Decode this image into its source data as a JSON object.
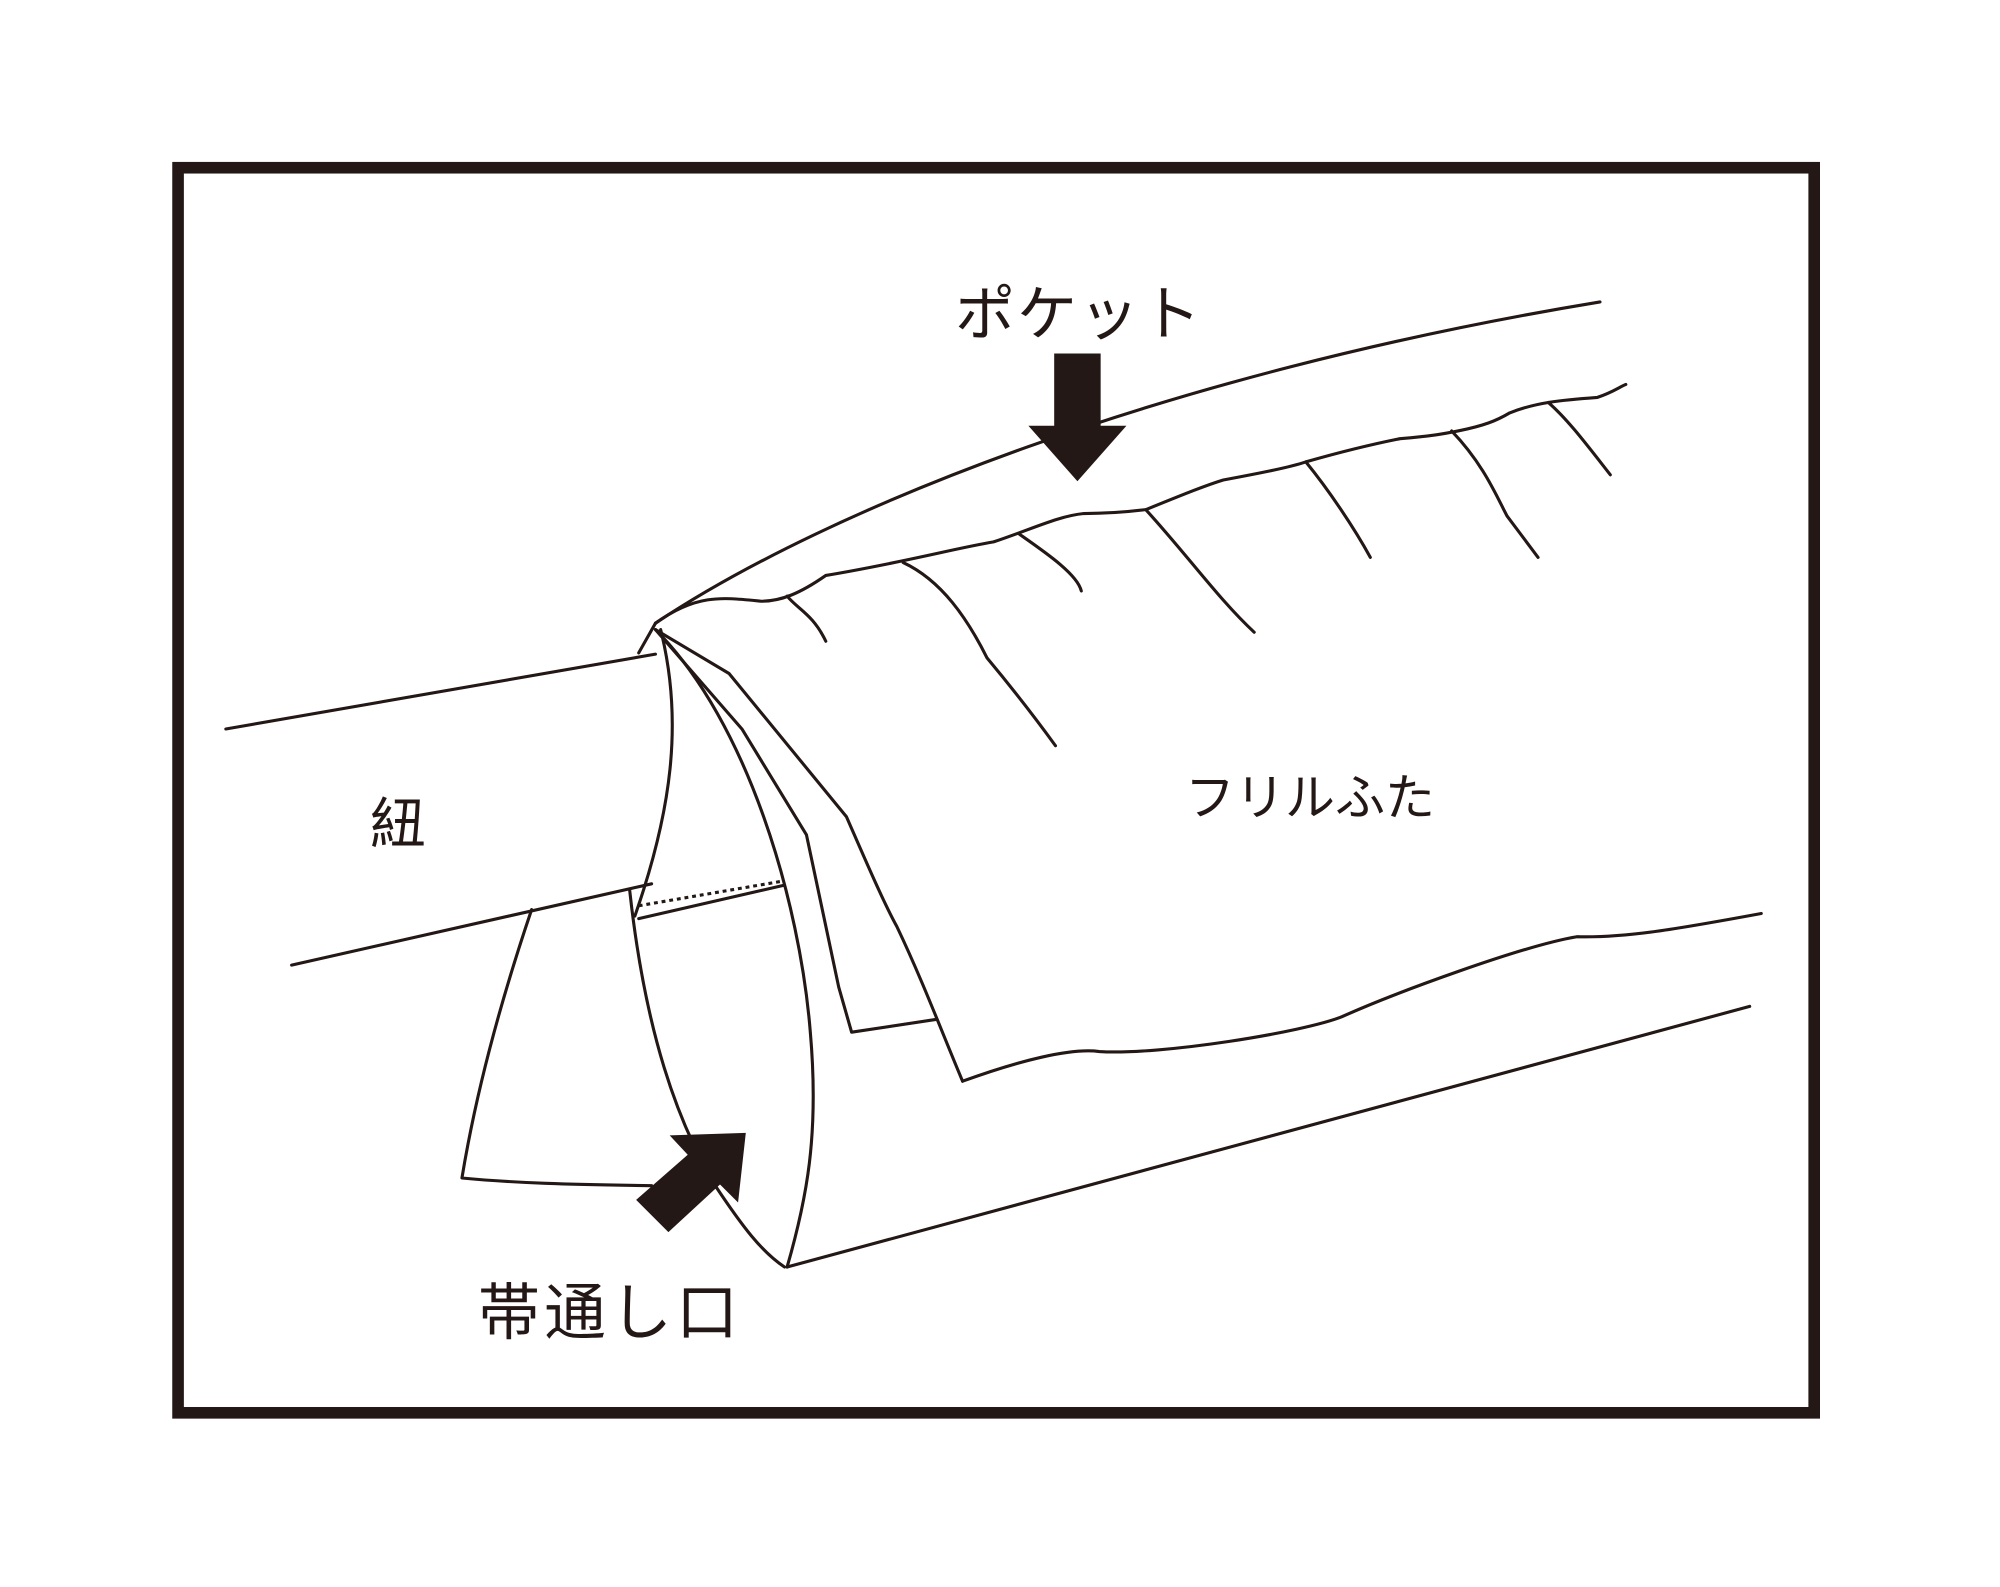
{
  "labels": {
    "pocket": "ポケット",
    "frill_flap": "フリルふた",
    "string": "紐",
    "belt_loop_opening": "帯通し口"
  },
  "colors": {
    "line": "#231815",
    "background": "#ffffff"
  }
}
